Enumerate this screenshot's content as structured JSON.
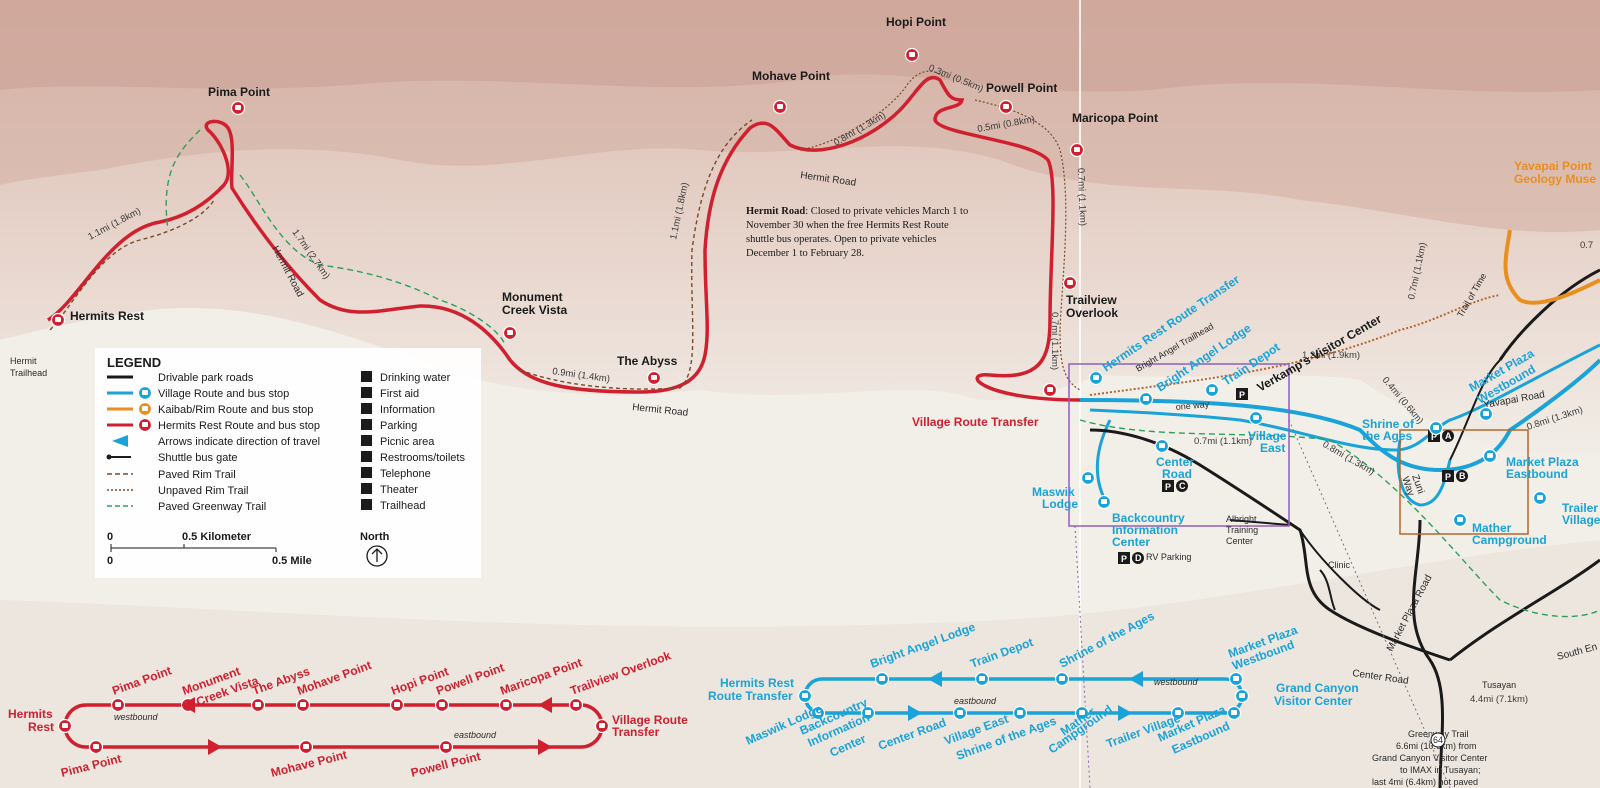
{
  "map": {
    "stops": {
      "pima_point": "Pima Point",
      "hopi_point": "Hopi Point",
      "mohave_point": "Mohave Point",
      "powell_point": "Powell Point",
      "maricopa_point": "Maricopa Point",
      "hermits_rest": "Hermits Rest",
      "monument_creek_vista_1": "Monument",
      "monument_creek_vista_2": "Creek Vista",
      "the_abyss": "The Abyss",
      "trailview_1": "Trailview",
      "trailview_2": "Overlook",
      "village_route_transfer": "Village Route Transfer",
      "hermit_trailhead_1": "Hermit",
      "hermit_trailhead_2": "Trailhead",
      "yavapai_1": "Yavapai Point",
      "yavapai_2": "Geology Muse"
    },
    "distances": {
      "d_hr_pima": "1.1mi (1.8km)",
      "d_pima_mcv": "1.7mi (2.7km)",
      "d_mcv_abyss": "0.9mi (1.4km)",
      "d_abyss_mohave": "1.1mi (1.8km)",
      "d_mohave_hopi": "0.8mi (1.3km)",
      "d_hopi_powell": "0.3mi (0.5km)",
      "d_powell_maricopa": "0.5mi (0.8km)",
      "d_maricopa_trailview": "0.7mi (1.1km)",
      "d_trailview_transfer": "0.7mi (1.1km)",
      "d_verkamps": "1.2mi (1.9km)",
      "d_village_east": "0.7mi (1.1km)",
      "d_mather": "0.8mi (1.3km)",
      "d_shrine": "0.4mi (0.6km)",
      "d_trail_of_time": "0.7mi (1.1km)",
      "d_yavapai_rd": "0.8mi (1.3km)",
      "d_tusayan": "4.4mi (7.1km)",
      "d_top_right": "0.7"
    },
    "roads": {
      "hermit_road_1": "Hermit Road",
      "hermit_road_2": "Hermit Road",
      "hermit_road_3": "Hermit Road",
      "center_road": "Center Road",
      "market_plaza_road": "Market Plaza Road",
      "yavapai_road": "Yavapai Road",
      "zuni_way_1": "Zuni",
      "zuni_way_2": "Way",
      "south_entrance": "South En",
      "one_way": "one way",
      "trail_of_time": "Trail of Time"
    },
    "village": {
      "hermits_rest_transfer": "Hermits Rest Route Transfer",
      "bright_angel_trailhead": "Bright Angel Trailhead",
      "bright_angel_lodge": "Bright Angel Lodge",
      "train_depot": "Train Depot",
      "verkamps": "Verkamp's Visitor Center",
      "village_east_1": "Village",
      "village_east_2": "East",
      "center_road_1": "Center",
      "center_road_2": "Road",
      "maswik_1": "Maswik",
      "maswik_2": "Lodge",
      "backcountry_1": "Backcountry",
      "backcountry_2": "Information",
      "backcountry_3": "Center",
      "rv_parking": "RV Parking",
      "albright_1": "Albright",
      "albright_2": "Training",
      "albright_3": "Center",
      "clinic": "Clinic",
      "shrine_1": "Shrine of",
      "shrine_2": "the Ages",
      "mp_west_1": "Market Plaza",
      "mp_west_2": "Westbound",
      "mp_east_1": "Market Plaza",
      "mp_east_2": "Eastbound",
      "mather_1": "Mather",
      "mather_2": "Campground",
      "trailer_1": "Trailer",
      "trailer_2": "Village",
      "tusayan": "Tusayan",
      "highway": "64"
    },
    "parking_letters": {
      "a": "A",
      "b": "B",
      "c": "C",
      "d": "D",
      "p": "P"
    },
    "hermit_note": {
      "bold": "Hermit Road",
      "line1": ": Closed to private vehicles March 1 to",
      "line2": "November 30 when the free Hermits Rest Route",
      "line3": "shuttle bus operates. Open to private vehicles",
      "line4": "December 1 to February 28."
    },
    "greenway_note": {
      "line1": "Greenway Trail",
      "line2": "6.6mi (10.6km) from",
      "line3": "Grand Canyon Visitor Center",
      "line4": "to IMAX in Tusayan;",
      "line5": "last 4mi (6.4km) not paved"
    }
  },
  "legend": {
    "title": "LEGEND",
    "left_items": [
      "Drivable park roads",
      "Village Route and bus stop",
      "Kaibab/Rim Route and bus stop",
      "Hermits Rest Route and bus stop",
      "Arrows indicate direction of travel",
      "Shuttle bus gate",
      "Paved Rim Trail",
      "Unpaved Rim Trail",
      "Paved Greenway Trail"
    ],
    "right_items": [
      "Drinking water",
      "First aid",
      "Information",
      "Parking",
      "Picnic area",
      "Restrooms/toilets",
      "Telephone",
      "Theater",
      "Trailhead"
    ],
    "scale_km": "0.5 Kilometer",
    "scale_mile": "0.5 Mile",
    "zero_top": "0",
    "zero_bottom": "0",
    "north": "North"
  },
  "red_diagram": {
    "top_stops": [
      "Pima Point",
      "Monument",
      "The Abyss",
      "Mohave Point",
      "Hopi Point",
      "Powell Point",
      "Maricopa Point",
      "Trailview Overlook"
    ],
    "monument_line2": "Creek Vista",
    "bottom_stops": [
      "Pima Point",
      "Mohave Point",
      "Powell Point"
    ],
    "hermits_1": "Hermits",
    "hermits_2": "Rest",
    "transfer_1": "Village Route",
    "transfer_2": "Transfer",
    "westbound": "westbound",
    "eastbound": "eastbound"
  },
  "blue_diagram": {
    "top_stops": [
      "Bright Angel Lodge",
      "Train Depot",
      "Shrine of the Ages",
      "Market Plaza",
      "Westbound"
    ],
    "bottom_stops": [
      "Maswik Lodge",
      "Backcountry",
      "Information",
      "Center",
      "Center Road",
      "Village East",
      "Shrine of the Ages",
      "Mather",
      "Campground",
      "Trailer Village",
      "Market Plaza",
      "Eastbound"
    ],
    "hr_transfer_1": "Hermits Rest",
    "hr_transfer_2": "Route Transfer",
    "gcvc_1": "Grand Canyon",
    "gcvc_2": "Visitor Center",
    "westbound": "westbound",
    "eastbound": "eastbound"
  },
  "colors": {
    "red": "#d0202f",
    "blue": "#1aa3d8",
    "orange": "#e98f1e",
    "green": "#2ba05a",
    "purple": "#8e5fb8",
    "brown": "#b5662f"
  }
}
